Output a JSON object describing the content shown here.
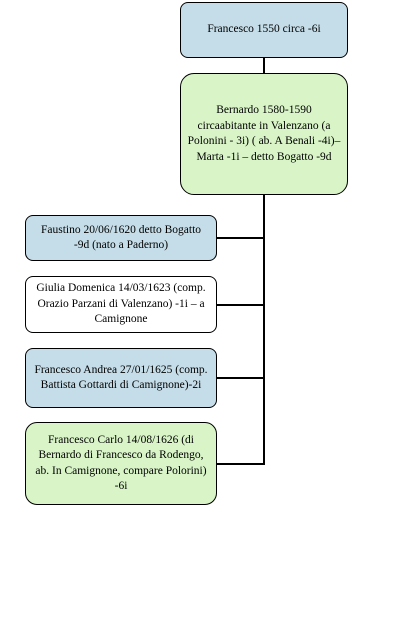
{
  "colors": {
    "blue": "#c5dde8",
    "green": "#d9f5c8",
    "white": "#ffffff",
    "line": "#000000"
  },
  "root": {
    "text": "Francesco 1550 circa -6i"
  },
  "parent": {
    "text": "Bernardo 1580-1590 circaabitante in Valenzano (a Polonini - 3i) ( ab. A Benali -4i)– Marta -1i – detto Bogatto -9d"
  },
  "children": [
    {
      "text": "Faustino 20/06/1620 detto Bogatto -9d (nato a Paderno)"
    },
    {
      "text": "Giulia Domenica 14/03/1623 (comp. Orazio Parzani di Valenzano) -1i – a Camignone"
    },
    {
      "text": "Francesco Andrea 27/01/1625 (comp. Battista Gottardi di Camignone)-2i"
    },
    {
      "text": "Francesco Carlo 14/08/1626 (di Bernardo di Francesco da Rodengo, ab. In Camignone, compare Polorini) -6i"
    }
  ]
}
